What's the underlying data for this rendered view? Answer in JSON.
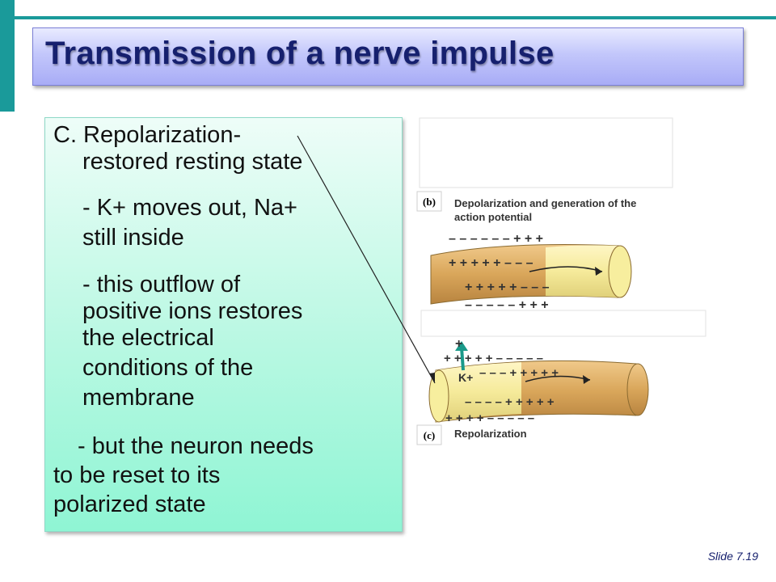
{
  "slide": {
    "title": "Transmission of a nerve impulse",
    "slide_number": "Slide 7.19"
  },
  "body": {
    "lines": [
      "C. Repolarization-",
      "restored resting state",
      "-  K+ moves out, Na+",
      "still inside",
      "- this outflow of",
      "positive ions restores",
      "the electrical",
      "conditions of the",
      "membrane",
      "- but the neuron needs",
      "to be reset to its",
      "polarized state"
    ]
  },
  "figure": {
    "label_b": "(b)",
    "caption_b": "Depolarization and generation of the",
    "caption_b2": "action potential",
    "label_c": "(c)",
    "caption_c": "Repolarization",
    "ion_label": "K+"
  },
  "colors": {
    "title_text": "#16206e",
    "teal_bar": "#1a9a9a",
    "axon_dark": "#d9a65a",
    "axon_light": "#f7ee9e"
  }
}
